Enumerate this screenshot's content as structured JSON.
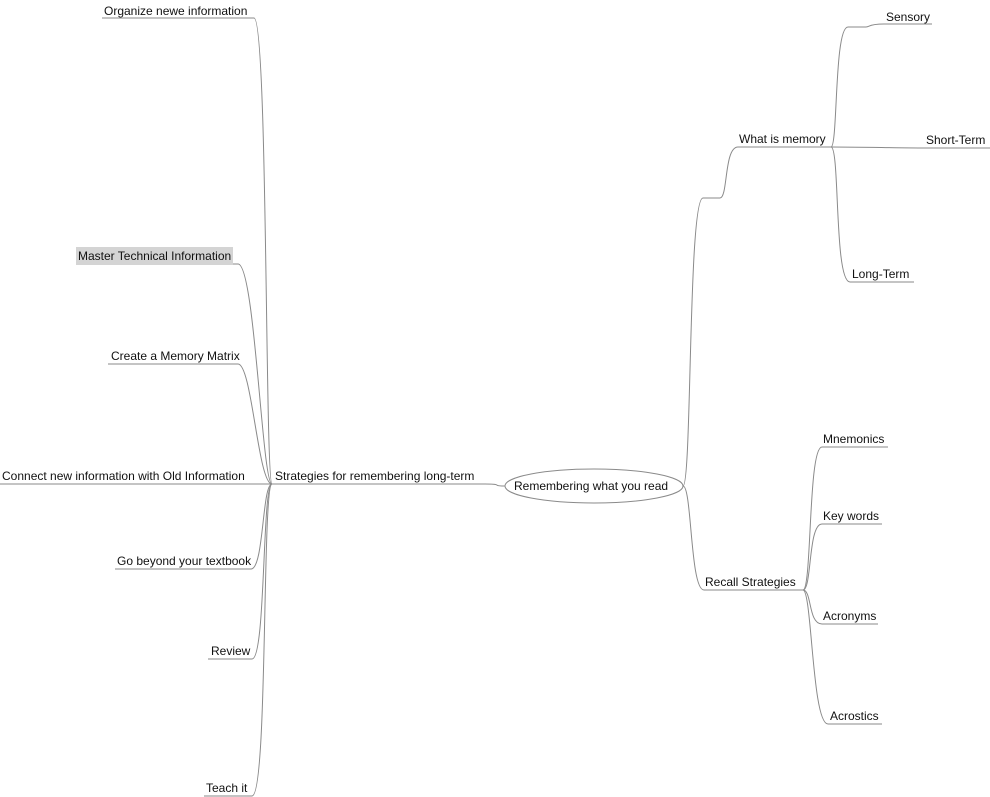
{
  "mindmap": {
    "center": {
      "label": "Remembering what you read"
    },
    "left_main": {
      "label": "Strategies for remembering long-term",
      "children": [
        {
          "label": "Organize newe information"
        },
        {
          "label": "Master Technical Information",
          "selected": true
        },
        {
          "label": "Create a Memory Matrix"
        },
        {
          "label": "Connect new information with Old Information"
        },
        {
          "label": "Go beyond your textbook"
        },
        {
          "label": "Review"
        },
        {
          "label": "Teach it"
        }
      ]
    },
    "right_top": {
      "label": "What is memory",
      "children": [
        {
          "label": "Sensory"
        },
        {
          "label": "Short-Term"
        },
        {
          "label": "Long-Term"
        }
      ]
    },
    "right_bottom": {
      "label": "Recall Strategies",
      "children": [
        {
          "label": "Mnemonics"
        },
        {
          "label": "Key words"
        },
        {
          "label": "Acronyms"
        },
        {
          "label": "Acrostics"
        }
      ]
    }
  },
  "colors": {
    "edge": "#8a8a8a",
    "selection": "#d4d4d4",
    "text": "#111111"
  }
}
